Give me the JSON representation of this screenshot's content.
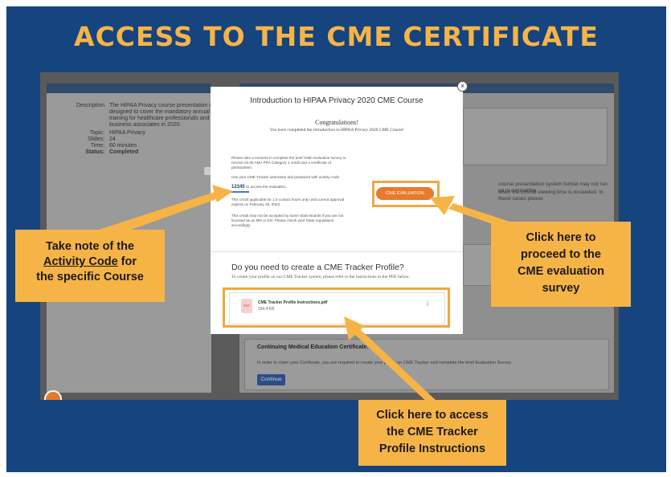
{
  "slide": {
    "headline": "ACCESS TO THE CME CERTIFICATE",
    "accent_color": "#f6b447",
    "background_color": "#15447f"
  },
  "background_page": {
    "details": [
      {
        "key": "Description",
        "value": "The HIPAA Privacy course presentation is"
      },
      {
        "key": "",
        "value": "designed to cover the mandatory annual"
      },
      {
        "key": "",
        "value": "training for healthcare professionals and"
      },
      {
        "key": "",
        "value": "business associates in 2020."
      },
      {
        "key": "Topic:",
        "value": "HIPAA Privacy"
      },
      {
        "key": "Slides:",
        "value": "24"
      },
      {
        "key": "Time:",
        "value": "60 minutes"
      },
      {
        "key": "Status:",
        "value": "Completed"
      }
    ],
    "notice_text_1": "course presentation system format may not run on in compatible",
    "notice_text_2": "when the course viewing time is exceeded. In these cases please",
    "continuing_title": "Continuing Medical Education  Certificate:",
    "continuing_text": "In order to claim your Certificate, you are required to create your profile on CME Tracker and complete the brief Evaluation Survey.",
    "continue_label": "Continue"
  },
  "modal": {
    "title": "Introduction to HIPAA Privacy 2020 CME Course",
    "congrats": "Congratulations!",
    "completed": "You have completed the Introduction to HIPAA Privacy 2020 CME Course!",
    "para1": "Please take a moment to complete the brief CME evaluation survey to receive 01.00 AMA PRA Category 1 credit and a certificate of participation.",
    "para2": "Use your CME Tracker username and password with activity code",
    "activity_code": "12345",
    "para2b": "to access the evaluation.",
    "para3": "This credit applicable for 1.0 contact hours only until current approval expires on February 28, 2023.",
    "para4": "This credit may not be accepted by some State Boards if you are not licensed as an MD or DO. Please check your State regulations accordingly.",
    "cme_button": "CME EVALUATION",
    "question": "Do you need to create a CME Tracker Profile?",
    "question_sub": "To create your profile on our CME Tracker system, please refer to the instructions in the PDF below.",
    "pdf_name": "CME Tracker Profile Instructions.pdf",
    "pdf_size": "334.4 KB",
    "pdf_icon_label": "PDF"
  },
  "callouts": {
    "left_line1": "Take note of the",
    "left_underlined": "Activity Code",
    "left_after": " for",
    "left_line3": "the specific Course",
    "right_line1": "Click here to",
    "right_line2": "proceed to the",
    "right_line3": "CME evaluation",
    "right_line4": "survey",
    "bottom_line1": "Click here to access",
    "bottom_line2": "the CME Tracker",
    "bottom_line3": "Profile Instructions"
  }
}
